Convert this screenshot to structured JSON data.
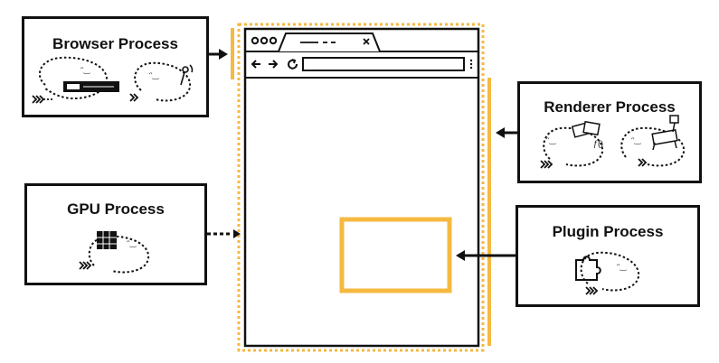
{
  "processes": {
    "browser": {
      "title": "Browser Process"
    },
    "renderer": {
      "title": "Renderer Process"
    },
    "gpu": {
      "title": "GPU Process"
    },
    "plugin": {
      "title": "Plugin Process"
    }
  },
  "colors": {
    "accent": "#f5b942",
    "line": "#111111",
    "background": "#ffffff"
  },
  "icons": {
    "browser_window": "browser-window-icon",
    "character": "blob-character-icon",
    "puzzle": "puzzle-icon"
  }
}
